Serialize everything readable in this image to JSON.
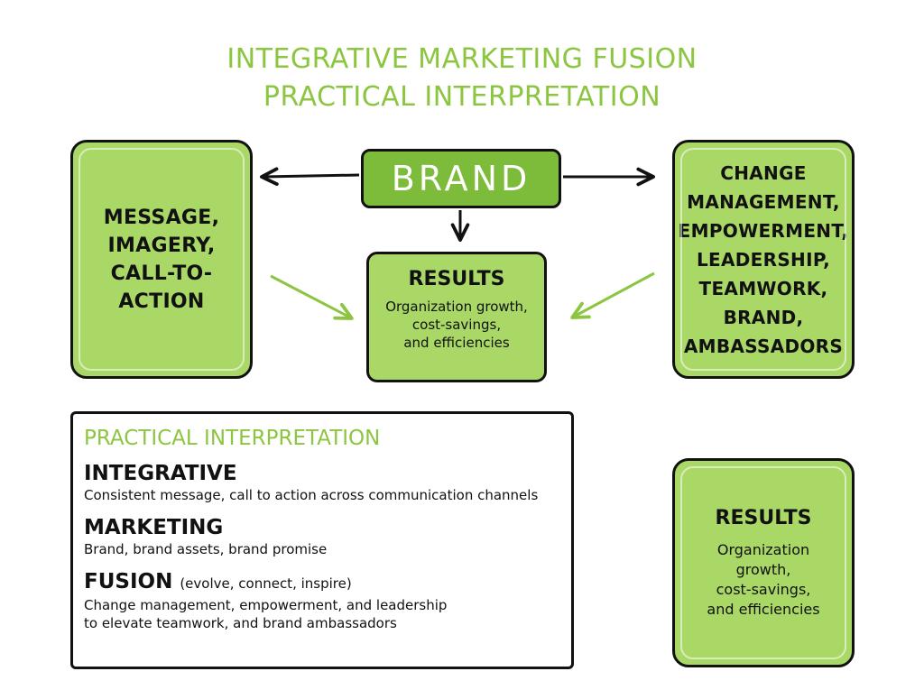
{
  "title": {
    "line1": "INTEGRATIVE MARKETING FUSION",
    "line2": "PRACTICAL INTERPRETATION"
  },
  "left_box": {
    "lines": [
      "MESSAGE,",
      "IMAGERY,",
      "CALL-TO-",
      "ACTION"
    ]
  },
  "brand_box": {
    "label": "BRAND"
  },
  "results_center": {
    "title": "RESULTS",
    "lines": [
      "Organization growth,",
      "cost-savings,",
      "and efficiencies"
    ]
  },
  "right_box": {
    "lines": [
      "CHANGE",
      "MANAGEMENT,",
      "EMPOWERMENT,",
      "LEADERSHIP,",
      "TEAMWORK,",
      "BRAND,",
      "AMBASSADORS"
    ]
  },
  "interpretation": {
    "title": "PRACTICAL INTERPRETATION",
    "items": [
      {
        "term": "INTEGRATIVE",
        "note": "",
        "desc": [
          "Consistent message, call to action across communication channels"
        ]
      },
      {
        "term": "MARKETING",
        "note": "",
        "desc": [
          "Brand, brand assets, brand promise"
        ]
      },
      {
        "term": "FUSION",
        "note": "(evolve, connect, inspire)",
        "desc": [
          "Change management, empowerment, and leadership",
          "to elevate teamwork, and brand ambassadors"
        ]
      }
    ]
  },
  "results_right": {
    "title": "RESULTS",
    "lines": [
      "Organization",
      "growth,",
      "cost-savings,",
      "and efficiencies"
    ]
  },
  "colors": {
    "accent_green": "#8cc641",
    "box_green": "#a9d866",
    "brand_green": "#7dbb3a",
    "outline": "#111111"
  }
}
